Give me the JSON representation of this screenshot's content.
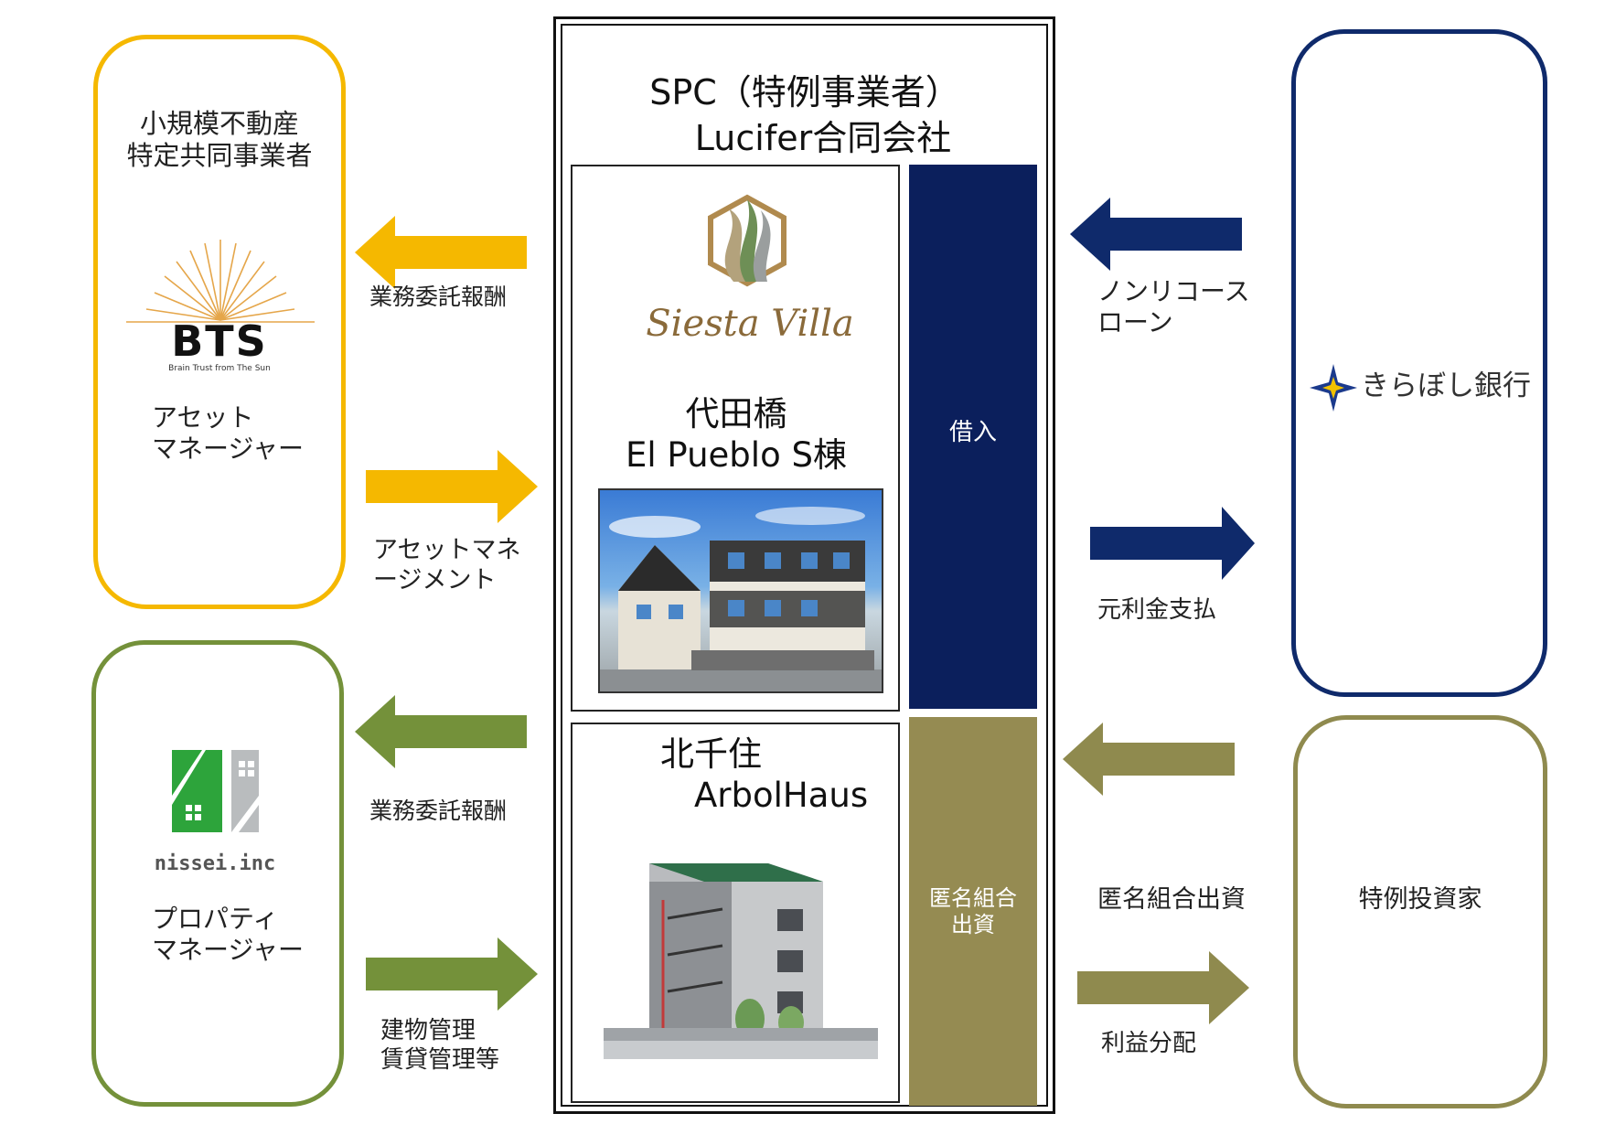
{
  "colors": {
    "asset_manager": "#F5B800",
    "property_manager": "#74913A",
    "bank": "#0F2A6B",
    "investor": "#8F8A4E",
    "loan_bar": "#0B1F5C",
    "equity_bar": "#958B52"
  },
  "spc": {
    "title_line1": "SPC（特例事業者）",
    "title_line2": "Lucifer合同会社",
    "loan_label": "借入",
    "equity_label": "匿名組合\n出資"
  },
  "properties": [
    {
      "brand_logo_text": "Siesta Villa",
      "name": "代田橋\nEl Pueblo S棟"
    },
    {
      "name": "北千住\n　ArbolHaus"
    }
  ],
  "asset_manager": {
    "role_title": "小規模不動産\n特定共同事業者",
    "logo_text": "BTS",
    "logo_tagline": "Brain Trust from The Sun",
    "role": "アセット\nマネージャー"
  },
  "property_manager": {
    "logo_text": "nissei.inc",
    "role": "プロパティ\nマネージャー"
  },
  "bank": {
    "name": "きらぼし銀行"
  },
  "investor": {
    "name": "特例投資家"
  },
  "flows": {
    "am_fee": "業務委託報酬",
    "am_service": "アセットマネ\nージメント",
    "pm_fee": "業務委託報酬",
    "pm_service": "建物管理\n賃貸管理等",
    "loan": "ノンリコース\nローン",
    "repayment": "元利金支払",
    "investment": "匿名組合出資",
    "dividend": "利益分配"
  }
}
